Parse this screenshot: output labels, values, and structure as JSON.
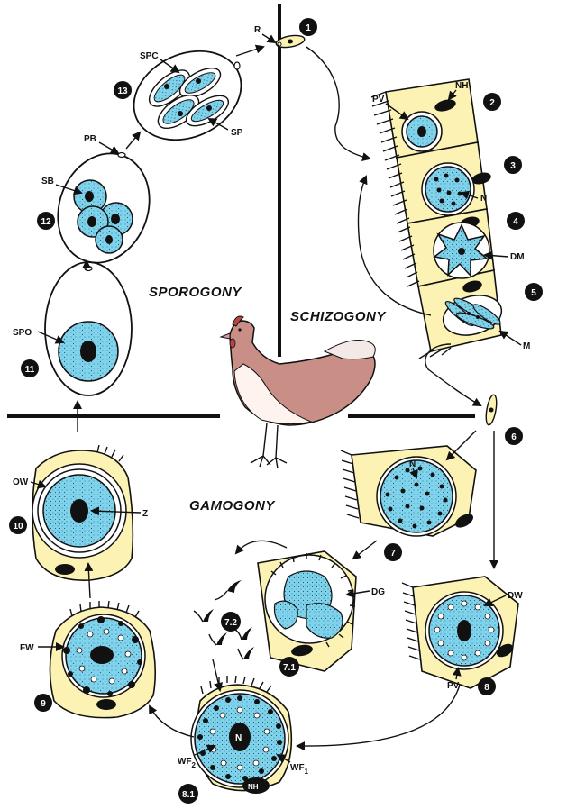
{
  "phases": {
    "sporogony": "SPOROGONY",
    "schizogony": "SCHIZOGONY",
    "gamogony": "GAMOGONY"
  },
  "stages": {
    "s1": "1",
    "s2": "2",
    "s3": "3",
    "s4": "4",
    "s5": "5",
    "s6": "6",
    "s7": "7",
    "s7_1": "7.1",
    "s7_2": "7.2",
    "s8": "8",
    "s8_1": "8.1",
    "s9": "9",
    "s10": "10",
    "s11": "11",
    "s12": "12",
    "s13": "13"
  },
  "labels": {
    "R": "R",
    "SPC": "SPC",
    "SP": "SP",
    "PB": "PB",
    "SB": "SB",
    "SPO": "SPO",
    "PV_top": "PV",
    "NH_top": "NH",
    "N_top": "N",
    "DM": "DM",
    "M": "M",
    "N_mid": "N",
    "DG": "DG",
    "DW": "DW",
    "PV_bot": "PV",
    "OW": "OW",
    "Z": "Z",
    "FW": "FW",
    "N_bot": "N",
    "NH_bot": "NH",
    "WF2_main": "WF",
    "WF2_sub": "2",
    "WF1_main": "WF",
    "WF1_sub": "1"
  },
  "colors": {
    "cytoplasm": "#fbf2b3",
    "parasite": "#7fd3ec",
    "hen_body": "#c98f86"
  }
}
